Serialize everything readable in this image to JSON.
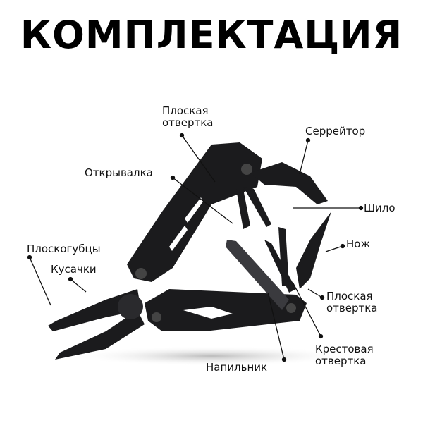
{
  "title": "КОМПЛЕКТАЦИЯ",
  "labels": {
    "flat_screwdriver_top": [
      "Плоская",
      "отвертка"
    ],
    "serrator": "Серрейтор",
    "opener": "Открывалка",
    "awl": "Шило",
    "knife": "Нож",
    "pliers": "Плоскогубцы",
    "cutters": "Кусачки",
    "flat_screwdriver_right": [
      "Плоская",
      "отвертка"
    ],
    "phillips_screwdriver": [
      "Крестовая",
      "отвертка"
    ],
    "file": "Напильник"
  },
  "colors": {
    "tool": "#1b1b1d",
    "tool_highlight": "#3a3a3e",
    "text": "#111111"
  }
}
